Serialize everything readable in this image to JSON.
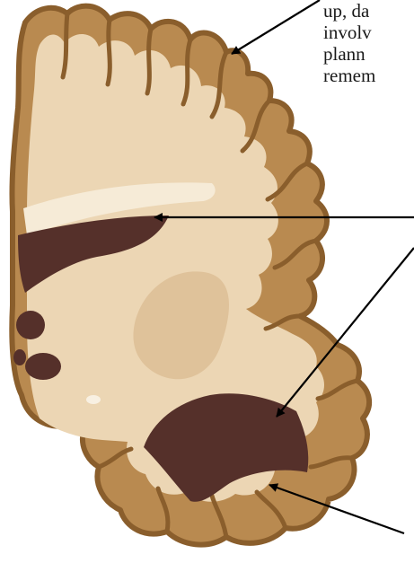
{
  "caption_lines": [
    "up, da",
    "involv",
    "plann",
    "remem"
  ],
  "colors": {
    "cortex": "#b98a50",
    "cortex_outline": "#8a5e2c",
    "white_matter": "#ecd6b4",
    "ventricle": "#55302a",
    "deep_nucleus": "#dfc29a",
    "highlight": "#f6ebd7",
    "arrow": "#000000",
    "background": "#ffffff"
  }
}
